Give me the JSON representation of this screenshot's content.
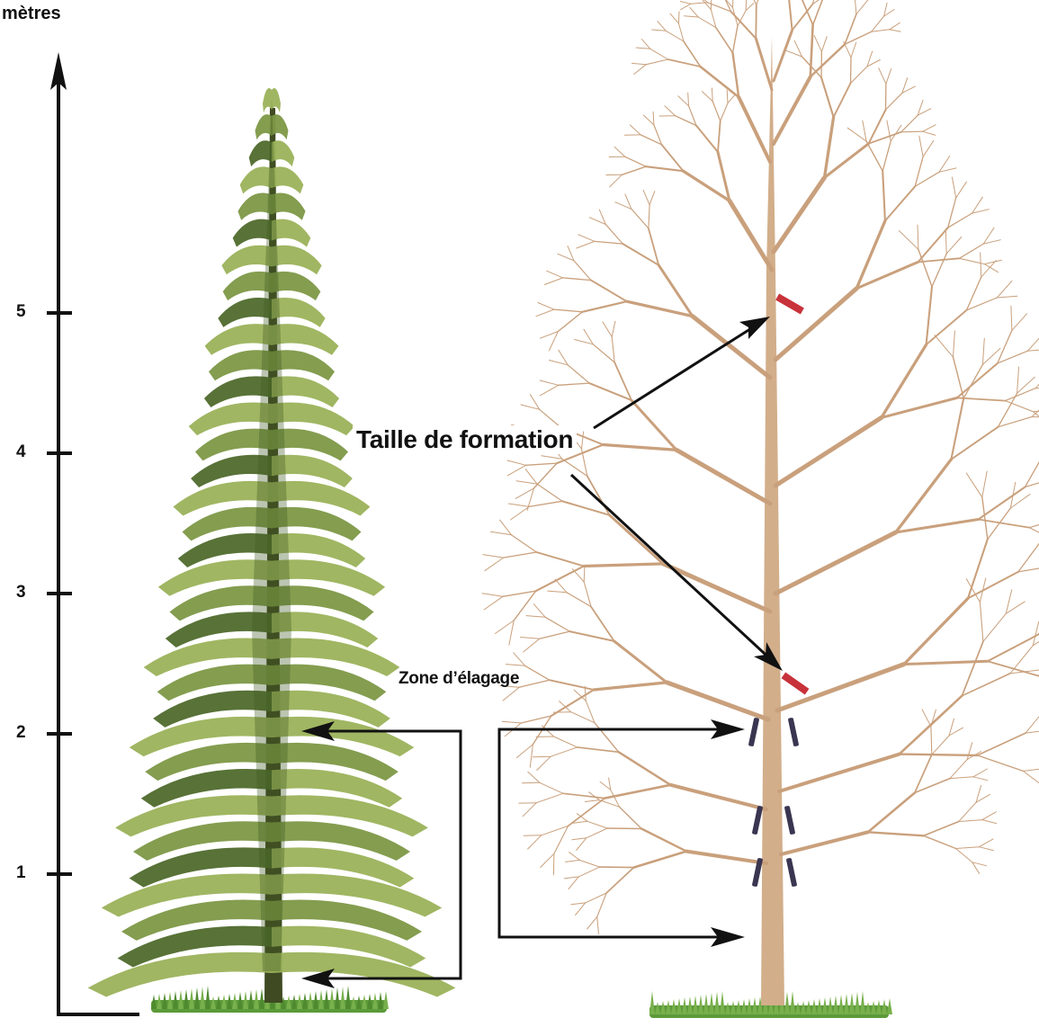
{
  "axis": {
    "unit_label": "mètres",
    "ticks": [
      {
        "value": 1,
        "label": "1"
      },
      {
        "value": 2,
        "label": "2"
      },
      {
        "value": 3,
        "label": "3"
      },
      {
        "value": 4,
        "label": "4"
      },
      {
        "value": 5,
        "label": "5"
      }
    ]
  },
  "labels": {
    "formation": "Taille de formation",
    "pruning_zone": "Zone d’élagage"
  },
  "trees": [
    {
      "kind": "conifer",
      "name_icon": "conifer-tree-icon"
    },
    {
      "kind": "deciduous",
      "name_icon": "deciduous-tree-icon"
    }
  ],
  "colors": {
    "conifer_dark": "#4f6a2c",
    "conifer_light": "#9bb25a",
    "trunk_conifer": "#3f4a22",
    "branch": "#c9a07c",
    "trunk": "#d2ae8a",
    "grass": "#5c9a3a",
    "formation_cut": "#c8323a",
    "pruning_cut": "#3a3550",
    "arrow": "#111111"
  }
}
